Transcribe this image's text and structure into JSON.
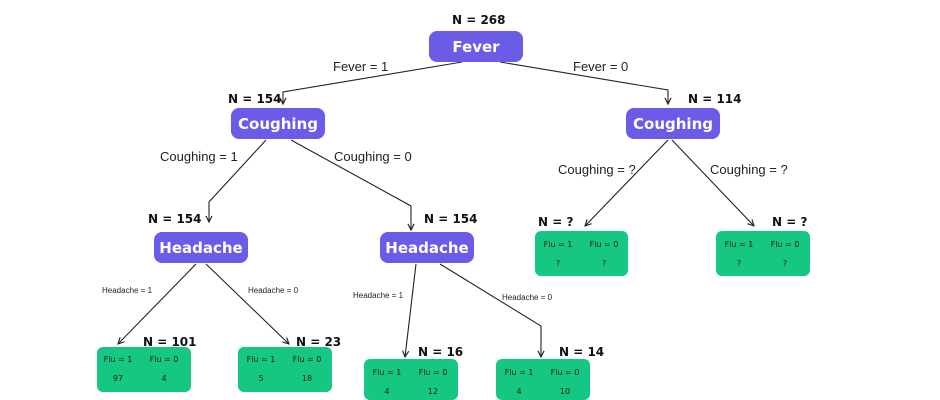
{
  "nodes": {
    "root": {
      "label": "Fever",
      "n": "N = 268"
    },
    "cough_left": {
      "label": "Coughing",
      "n": "N = 154"
    },
    "cough_right": {
      "label": "Coughing",
      "n": "N = 114"
    },
    "head_left": {
      "label": "Headache",
      "n": "N = 154"
    },
    "head_right": {
      "label": "Headache",
      "n": "N = 154"
    }
  },
  "edges": {
    "fever1": "Fever = 1",
    "fever0": "Fever = 0",
    "cough1": "Coughing = 1",
    "cough0": "Coughing = 0",
    "coughq_left": "Coughing = ?",
    "coughq_right": "Coughing = ?",
    "headL1": "Headache = 1",
    "headL0": "Headache = 0",
    "headR1": "Headache = 1",
    "headR0": "Headache = 0"
  },
  "leaves": {
    "l1": {
      "n": "N = 101",
      "flu1_label": "Flu = 1",
      "flu0_label": "Flu = 0",
      "flu1": "97",
      "flu0": "4"
    },
    "l2": {
      "n": "N = 23",
      "flu1_label": "Flu = 1",
      "flu0_label": "Flu = 0",
      "flu1": "5",
      "flu0": "18"
    },
    "l3": {
      "n": "N = 16",
      "flu1_label": "Flu = 1",
      "flu0_label": "Flu = 0",
      "flu1": "4",
      "flu0": "12"
    },
    "l4": {
      "n": "N = 14",
      "flu1_label": "Flu = 1",
      "flu0_label": "Flu = 0",
      "flu1": "4",
      "flu0": "10"
    },
    "l5": {
      "n": "N = ?",
      "flu1_label": "Flu = 1",
      "flu0_label": "Flu = 0",
      "flu1": "?",
      "flu0": "?"
    },
    "l6": {
      "n": "N = ?",
      "flu1_label": "Flu = 1",
      "flu0_label": "Flu = 0",
      "flu1": "?",
      "flu0": "?"
    }
  },
  "colors": {
    "decision_node": "#6b5ce7",
    "leaf_node": "#16c784",
    "edge": "#222222"
  }
}
